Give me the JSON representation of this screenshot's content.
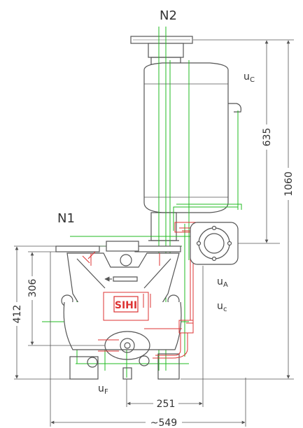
{
  "labels": {
    "outlet": "N2",
    "inlet": "N1",
    "conn_uc_top": "u",
    "conn_uc_top_sub": "C",
    "conn_ua": "u",
    "conn_ua_sub": "A",
    "conn_uc_mid": "u",
    "conn_uc_mid_sub": "c",
    "conn_uf": "u",
    "conn_uf_sub": "F",
    "logo": "SIHI"
  },
  "dimensions": {
    "separator_height": "635",
    "overall_height": "1060",
    "flange_height": "306",
    "base_to_flange": "412",
    "shaft_offset": "251",
    "overall_width": "~549"
  },
  "colors": {
    "outline": "#555555",
    "centerline": "#22bb22",
    "piping": "#dd3333",
    "background": "#ffffff"
  }
}
